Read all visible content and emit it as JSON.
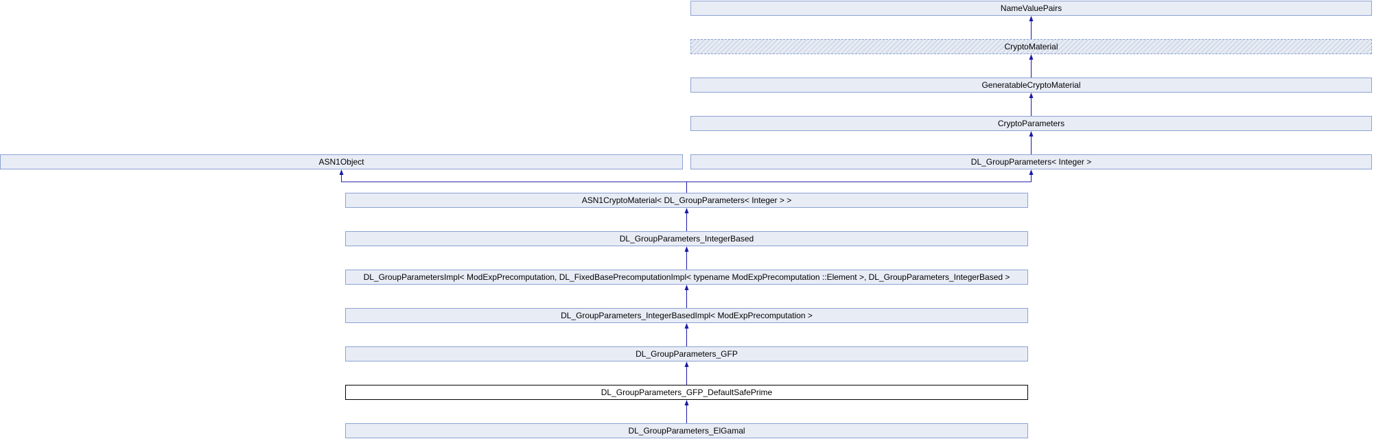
{
  "diagram": {
    "nodes": [
      {
        "id": "namevaluepairs",
        "label": "NameValuePairs",
        "style": "normal"
      },
      {
        "id": "cryptomaterial",
        "label": "CryptoMaterial",
        "style": "abstract"
      },
      {
        "id": "generatablecryptomaterial",
        "label": "GeneratableCryptoMaterial",
        "style": "normal"
      },
      {
        "id": "cryptoparameters",
        "label": "CryptoParameters",
        "style": "normal"
      },
      {
        "id": "dl-groupparameters-integer",
        "label": "DL_GroupParameters< Integer >",
        "style": "normal"
      },
      {
        "id": "asn1object",
        "label": "ASN1Object",
        "style": "normal"
      },
      {
        "id": "asn1cryptomaterial",
        "label": "ASN1CryptoMaterial< DL_GroupParameters< Integer > >",
        "style": "normal"
      },
      {
        "id": "dl-groupparameters-integerbased",
        "label": "DL_GroupParameters_IntegerBased",
        "style": "normal"
      },
      {
        "id": "dl-groupparametersimpl",
        "label": "DL_GroupParametersImpl< ModExpPrecomputation, DL_FixedBasePrecomputationImpl< typename ModExpPrecomputation ::Element >, DL_GroupParameters_IntegerBased >",
        "style": "normal"
      },
      {
        "id": "dl-groupparameters-integerbasedimpl",
        "label": "DL_GroupParameters_IntegerBasedImpl< ModExpPrecomputation >",
        "style": "normal"
      },
      {
        "id": "dl-groupparameters-gfp",
        "label": "DL_GroupParameters_GFP",
        "style": "normal"
      },
      {
        "id": "dl-groupparameters-gfp-defaultsafeprime",
        "label": "DL_GroupParameters_GFP_DefaultSafePrime",
        "style": "current"
      },
      {
        "id": "dl-groupparameters-elgamal",
        "label": "DL_GroupParameters_ElGamal",
        "style": "normal"
      }
    ],
    "edges": [
      {
        "from": "cryptomaterial",
        "to": "namevaluepairs"
      },
      {
        "from": "generatablecryptomaterial",
        "to": "cryptomaterial"
      },
      {
        "from": "cryptoparameters",
        "to": "generatablecryptomaterial"
      },
      {
        "from": "dl-groupparameters-integer",
        "to": "cryptoparameters"
      },
      {
        "from": "asn1cryptomaterial",
        "to": "asn1object"
      },
      {
        "from": "asn1cryptomaterial",
        "to": "dl-groupparameters-integer"
      },
      {
        "from": "dl-groupparameters-integerbased",
        "to": "asn1cryptomaterial"
      },
      {
        "from": "dl-groupparametersimpl",
        "to": "dl-groupparameters-integerbased"
      },
      {
        "from": "dl-groupparameters-integerbasedimpl",
        "to": "dl-groupparametersimpl"
      },
      {
        "from": "dl-groupparameters-gfp",
        "to": "dl-groupparameters-integerbasedimpl"
      },
      {
        "from": "dl-groupparameters-gfp-defaultsafeprime",
        "to": "dl-groupparameters-gfp"
      },
      {
        "from": "dl-groupparameters-elgamal",
        "to": "dl-groupparameters-gfp-defaultsafeprime"
      }
    ],
    "colors": {
      "edge": "#1a1aa6",
      "border": "#8ba2d4",
      "fill": "#e8ecf5"
    }
  }
}
